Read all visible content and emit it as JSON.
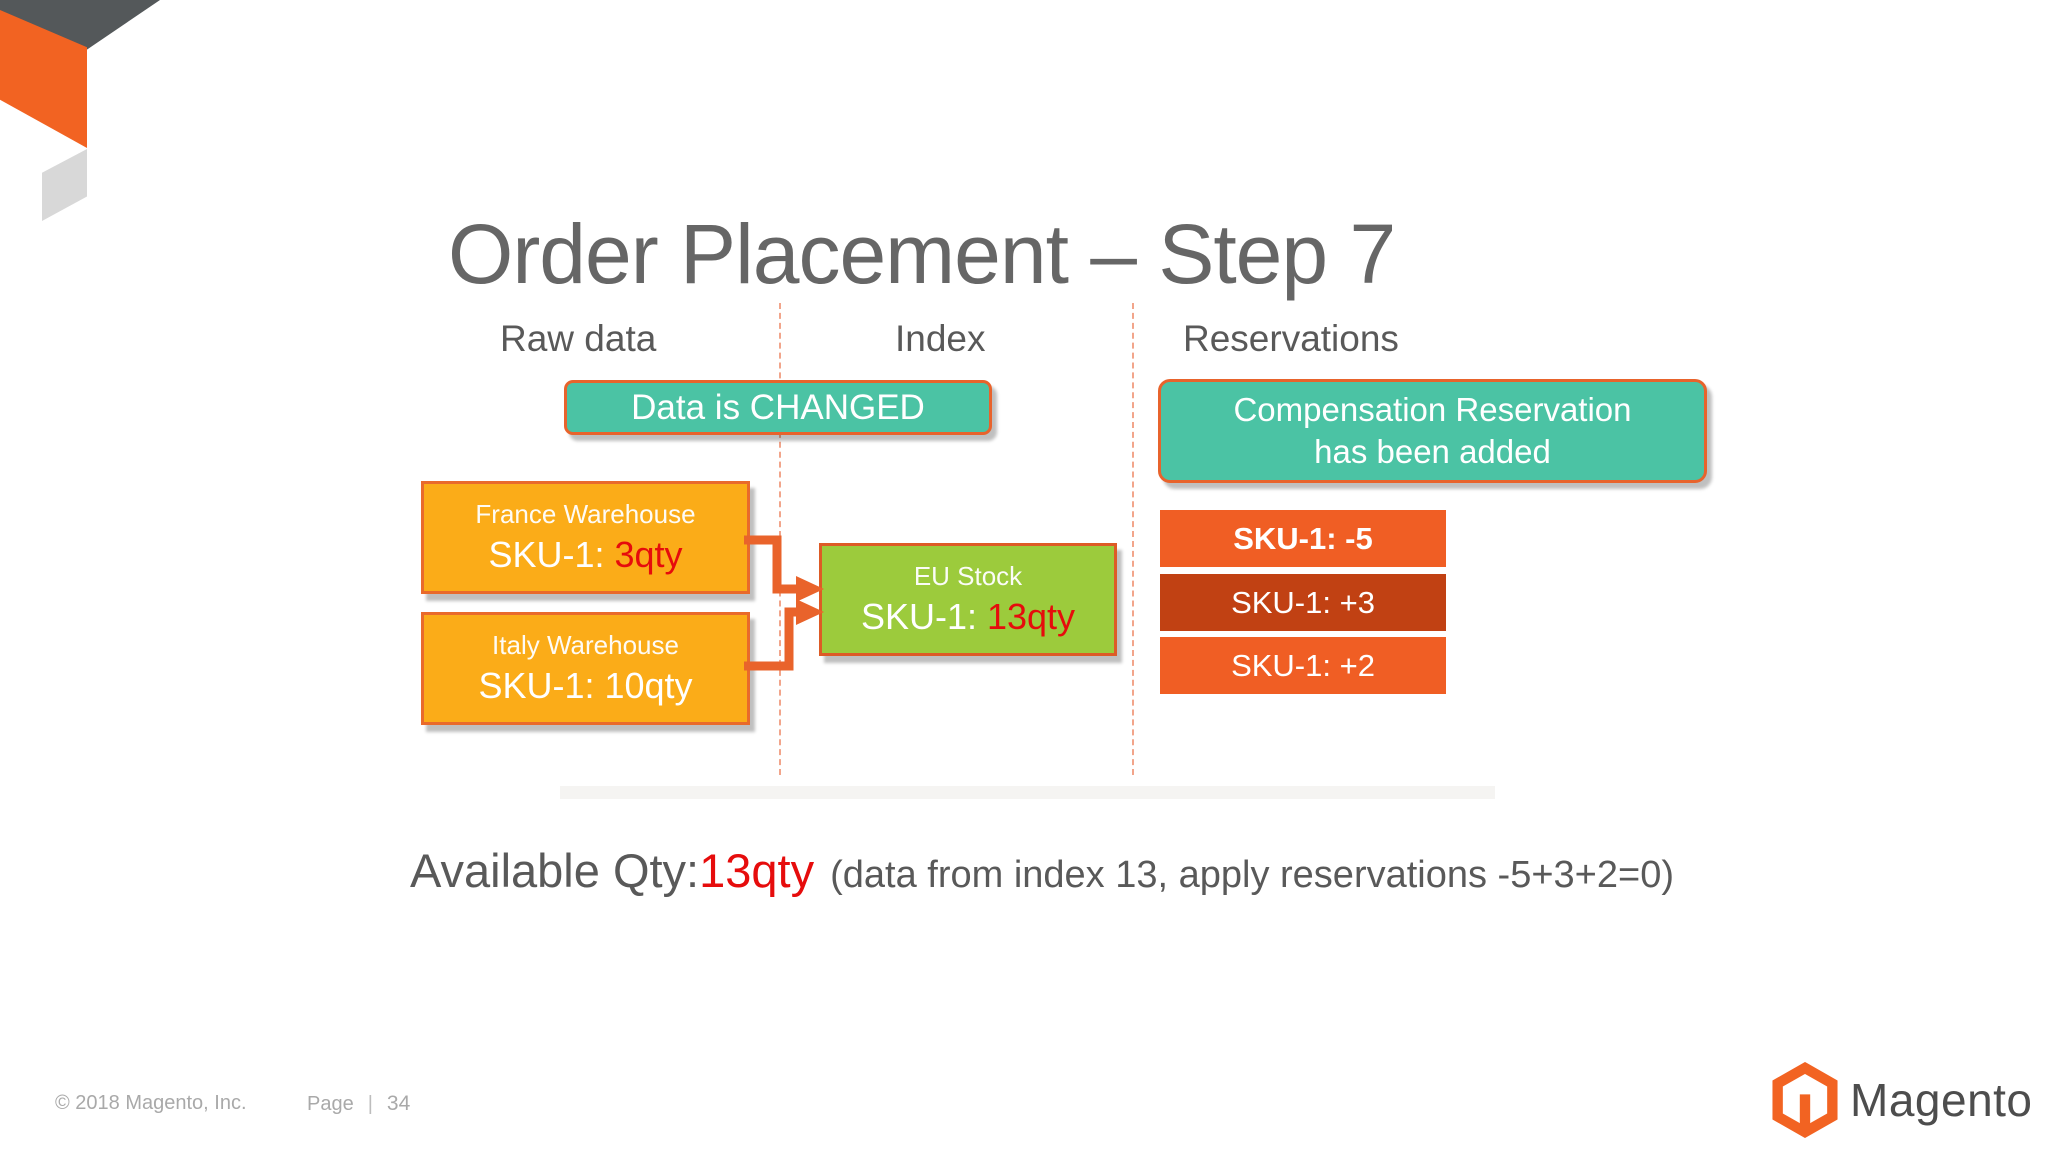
{
  "colors": {
    "teal": "#4BC3A4",
    "orange_border": "#E8632C",
    "amber": "#FBAC18",
    "amber_border": "#E96A2B",
    "green": "#9CCB3C",
    "green_border": "#DD5B26",
    "res_orange": "#F05E24",
    "res_dark": "#C14113",
    "red_text": "#E60C0C",
    "gray_title": "#666666",
    "gray_text": "#595959",
    "gray_footer": "#A9A9A9",
    "dashed_line": "#F2A58B",
    "connector": "#E9632B",
    "magento_orange": "#F26322",
    "magento_text": "#4D4D4D",
    "corner_dark": "#54585A",
    "corner_orange": "#F26322",
    "corner_light": "#D8D8D8"
  },
  "title": "Order Placement – Step 7",
  "columns": {
    "raw": "Raw data",
    "index": "Index",
    "reservations": "Reservations"
  },
  "callouts": {
    "data_changed": "Data is CHANGED",
    "compensation_lines": [
      "Compensation Reservation",
      "has been added"
    ]
  },
  "warehouses": [
    {
      "name": "France Warehouse",
      "sku_prefix": "SKU-1: ",
      "qty": "3qty"
    },
    {
      "name": "Italy Warehouse",
      "sku_prefix": "SKU-1: ",
      "qty": "10qty"
    }
  ],
  "index_box": {
    "name": "EU Stock",
    "sku_prefix": "SKU-1: ",
    "qty": "13qty"
  },
  "reservations": [
    {
      "label": "SKU-1: -5"
    },
    {
      "label": "SKU-1: +3"
    },
    {
      "label": "SKU-1: +2"
    }
  ],
  "summary": {
    "prefix": "Available Qty: ",
    "qty": "13qty",
    "note": "(data from index 13, apply reservations -5+3+2=0)"
  },
  "footer": {
    "copyright": "© 2018 Magento, Inc.",
    "page_label": "Page",
    "page_sep": "|",
    "page_number": "34",
    "logo_text": "Magento"
  }
}
